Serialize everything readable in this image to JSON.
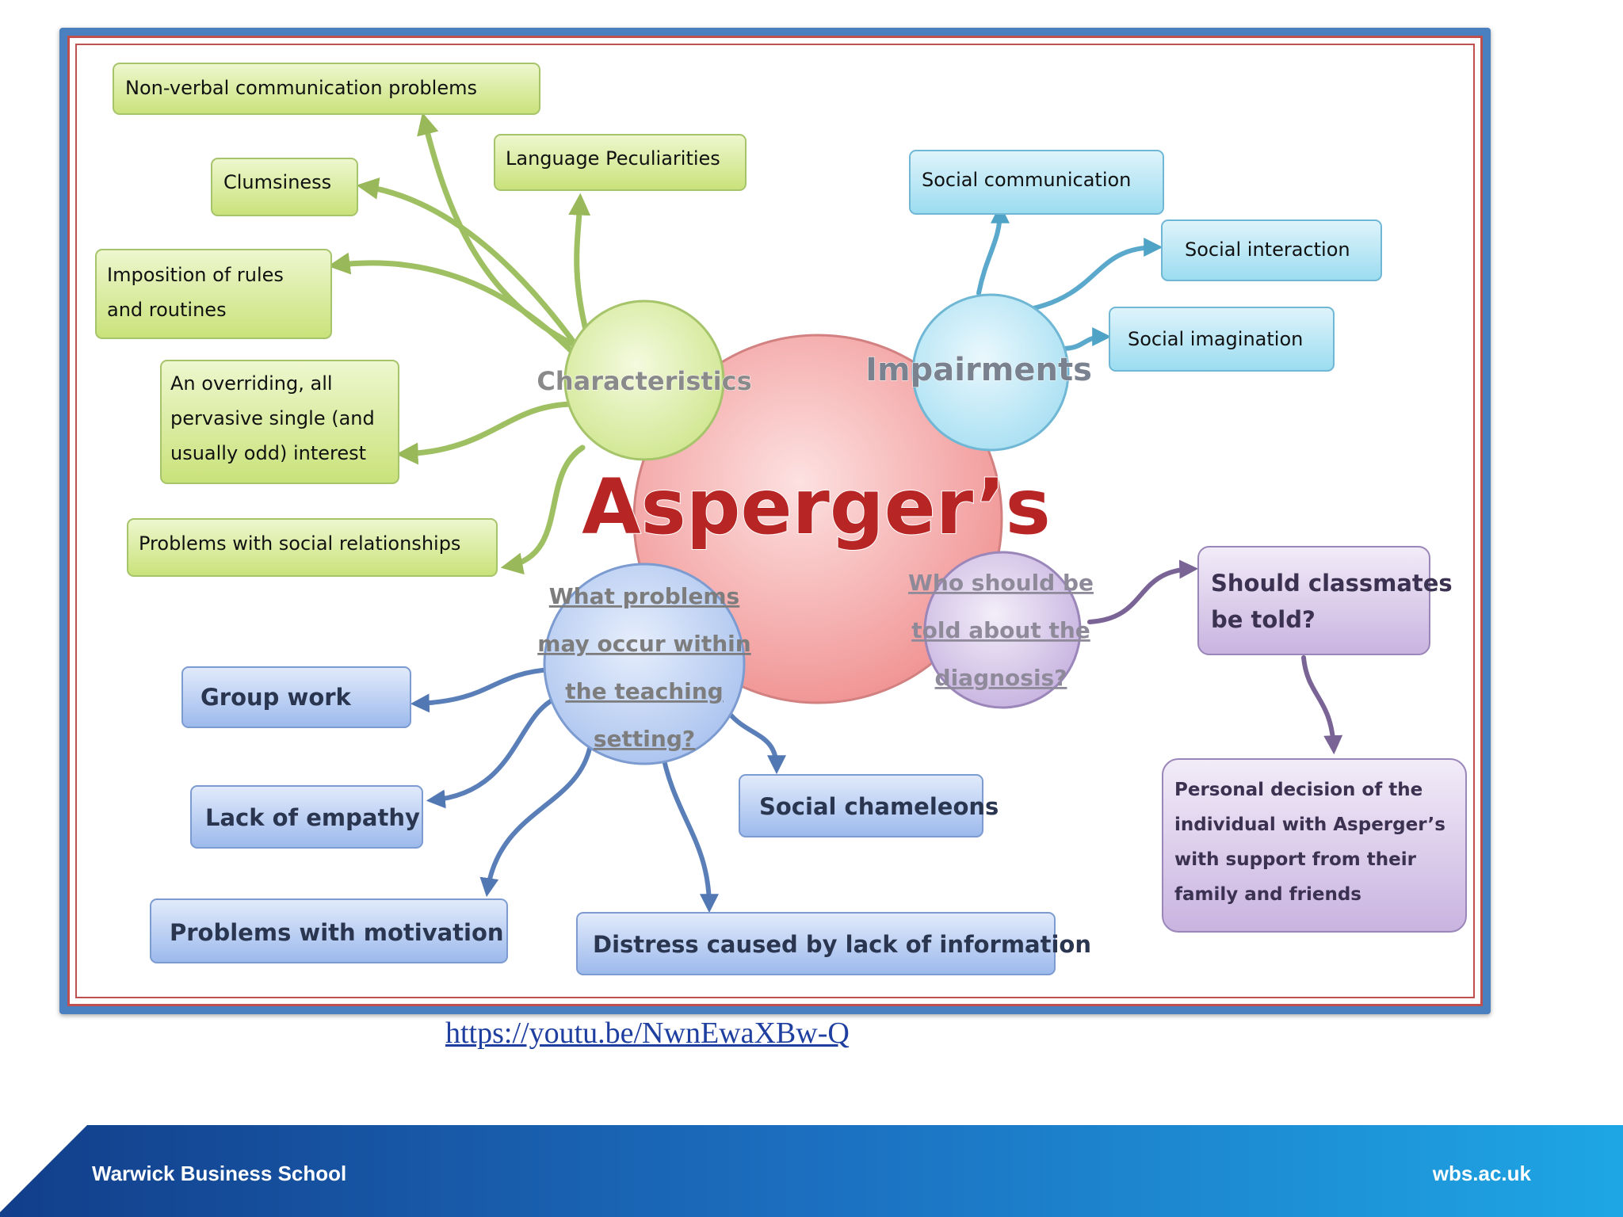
{
  "diagram": {
    "center": "Asperger’s",
    "hubs": {
      "characteristics": "Characteristics",
      "impairments": "Impairments",
      "teaching": [
        "What problems",
        "may occur  within",
        "the teaching",
        "setting?"
      ],
      "diagnosis": [
        "Who should  be",
        "told  about  the",
        "diagnosis?"
      ]
    },
    "characteristics_items": [
      [
        "Non-verbal communication problems"
      ],
      [
        "Language Peculiarities"
      ],
      [
        "Clumsiness"
      ],
      [
        "Imposition of rules",
        "and routines"
      ],
      [
        "An overriding, all",
        "pervasive single (and",
        "usually odd) interest"
      ],
      [
        "Problems with social relationships"
      ]
    ],
    "impairments_items": [
      "Social communication",
      "Social interaction",
      "Social imagination"
    ],
    "teaching_items": [
      "Group work",
      "Lack of empathy",
      "Problems with motivation",
      "Social chameleons",
      "Distress caused by lack of information"
    ],
    "diagnosis_items": {
      "question": [
        "Should classmates",
        "be told?"
      ],
      "answer": [
        "Personal decision of the",
        "individual with Asperger’s",
        "with support from their",
        "family and friends"
      ]
    },
    "colors": {
      "green": "#c9e27a",
      "cyan": "#9bdcf0",
      "blue": "#9cb9ec",
      "purple": "#c9b3e0",
      "red_center": "#f3a0a0",
      "center_text": "#b82525"
    }
  },
  "link": "https://youtu.be/NwnEwaXBw-Q",
  "footer": {
    "left": "Warwick Business School",
    "right": "wbs.ac.uk"
  }
}
